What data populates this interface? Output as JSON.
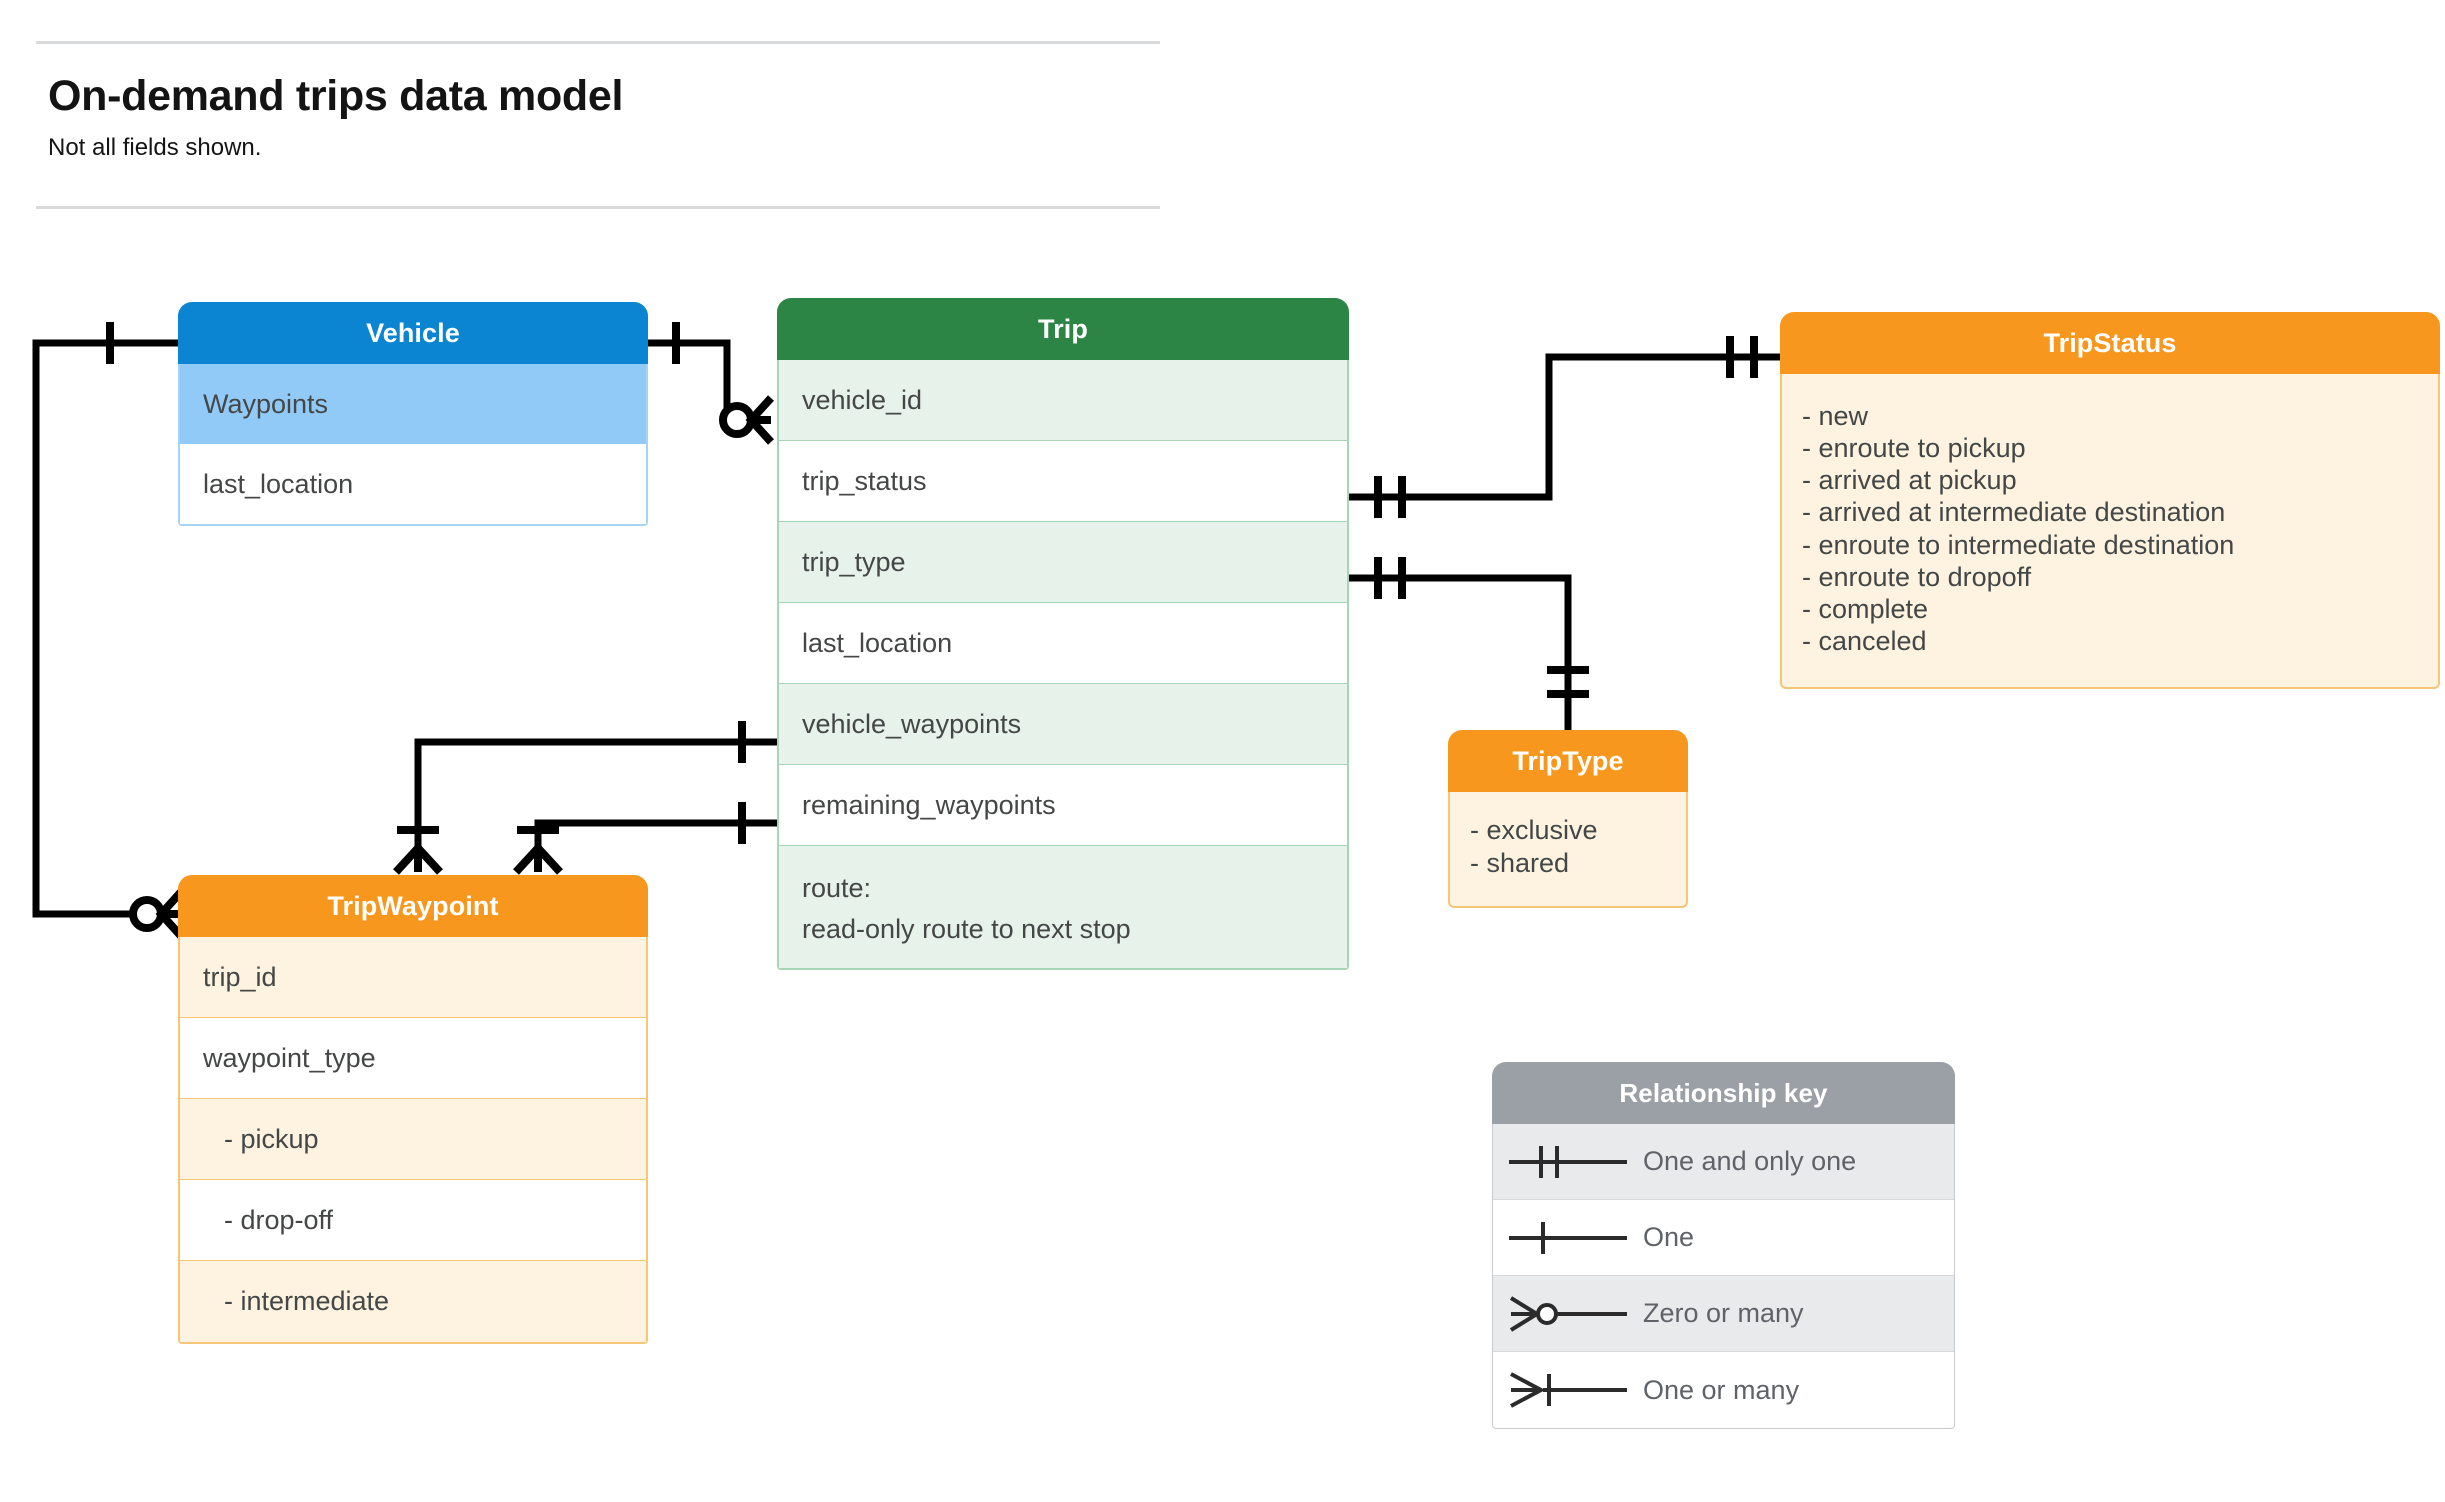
{
  "header": {
    "title": "On-demand trips data model",
    "subtitle": "Not all fields shown."
  },
  "entities": {
    "vehicle": {
      "name": "Vehicle",
      "header_color": "#0b84d1",
      "fields": [
        {
          "label": "Waypoints"
        },
        {
          "label": "last_location"
        }
      ]
    },
    "trip": {
      "name": "Trip",
      "header_color": "#2d8545",
      "fields": [
        {
          "label": "vehicle_id"
        },
        {
          "label": "trip_status"
        },
        {
          "label": "trip_type"
        },
        {
          "label": "last_location"
        },
        {
          "label": "vehicle_waypoints"
        },
        {
          "label": "remaining_waypoints"
        },
        {
          "label": "route:",
          "note": "read-only route to next stop"
        }
      ]
    },
    "trip_status": {
      "name": "TripStatus",
      "header_color": "#f8971d",
      "values": [
        "- new",
        "- enroute to pickup",
        "- arrived at pickup",
        "- arrived at intermediate destination",
        "- enroute to intermediate destination",
        "- enroute to dropoff",
        "- complete",
        "- canceled"
      ]
    },
    "trip_type": {
      "name": "TripType",
      "header_color": "#f8971d",
      "values": [
        "- exclusive",
        "- shared"
      ]
    },
    "trip_waypoint": {
      "name": "TripWaypoint",
      "header_color": "#f8971d",
      "fields": [
        {
          "label": "trip_id"
        },
        {
          "label": "waypoint_type"
        },
        {
          "label": "-  pickup"
        },
        {
          "label": "-  drop-off"
        },
        {
          "label": "-  intermediate"
        }
      ]
    }
  },
  "legend": {
    "title": "Relationship key",
    "rows": [
      {
        "symbol": "one-and-only-one-icon",
        "label": "One and only one"
      },
      {
        "symbol": "one-icon",
        "label": "One"
      },
      {
        "symbol": "zero-or-many-icon",
        "label": "Zero or many"
      },
      {
        "symbol": "one-or-many-icon",
        "label": "One or many"
      }
    ]
  },
  "relationships": [
    {
      "from": "Vehicle",
      "to": "Trip.vehicle_id",
      "from_card": "One",
      "to_card": "Zero or many"
    },
    {
      "from": "Vehicle.Waypoints",
      "to": "TripWaypoint",
      "from_card": "One",
      "to_card": "Zero or many"
    },
    {
      "from": "Trip.trip_status",
      "to": "TripStatus",
      "from_card": "One and only one",
      "to_card": "One and only one"
    },
    {
      "from": "Trip.trip_type",
      "to": "TripType",
      "from_card": "One and only one",
      "to_card": "One and only one"
    },
    {
      "from": "Trip.vehicle_waypoints",
      "to": "TripWaypoint",
      "from_card": "One",
      "to_card": "One or many"
    },
    {
      "from": "Trip.remaining_waypoints",
      "to": "TripWaypoint",
      "from_card": "One",
      "to_card": "One or many"
    }
  ]
}
